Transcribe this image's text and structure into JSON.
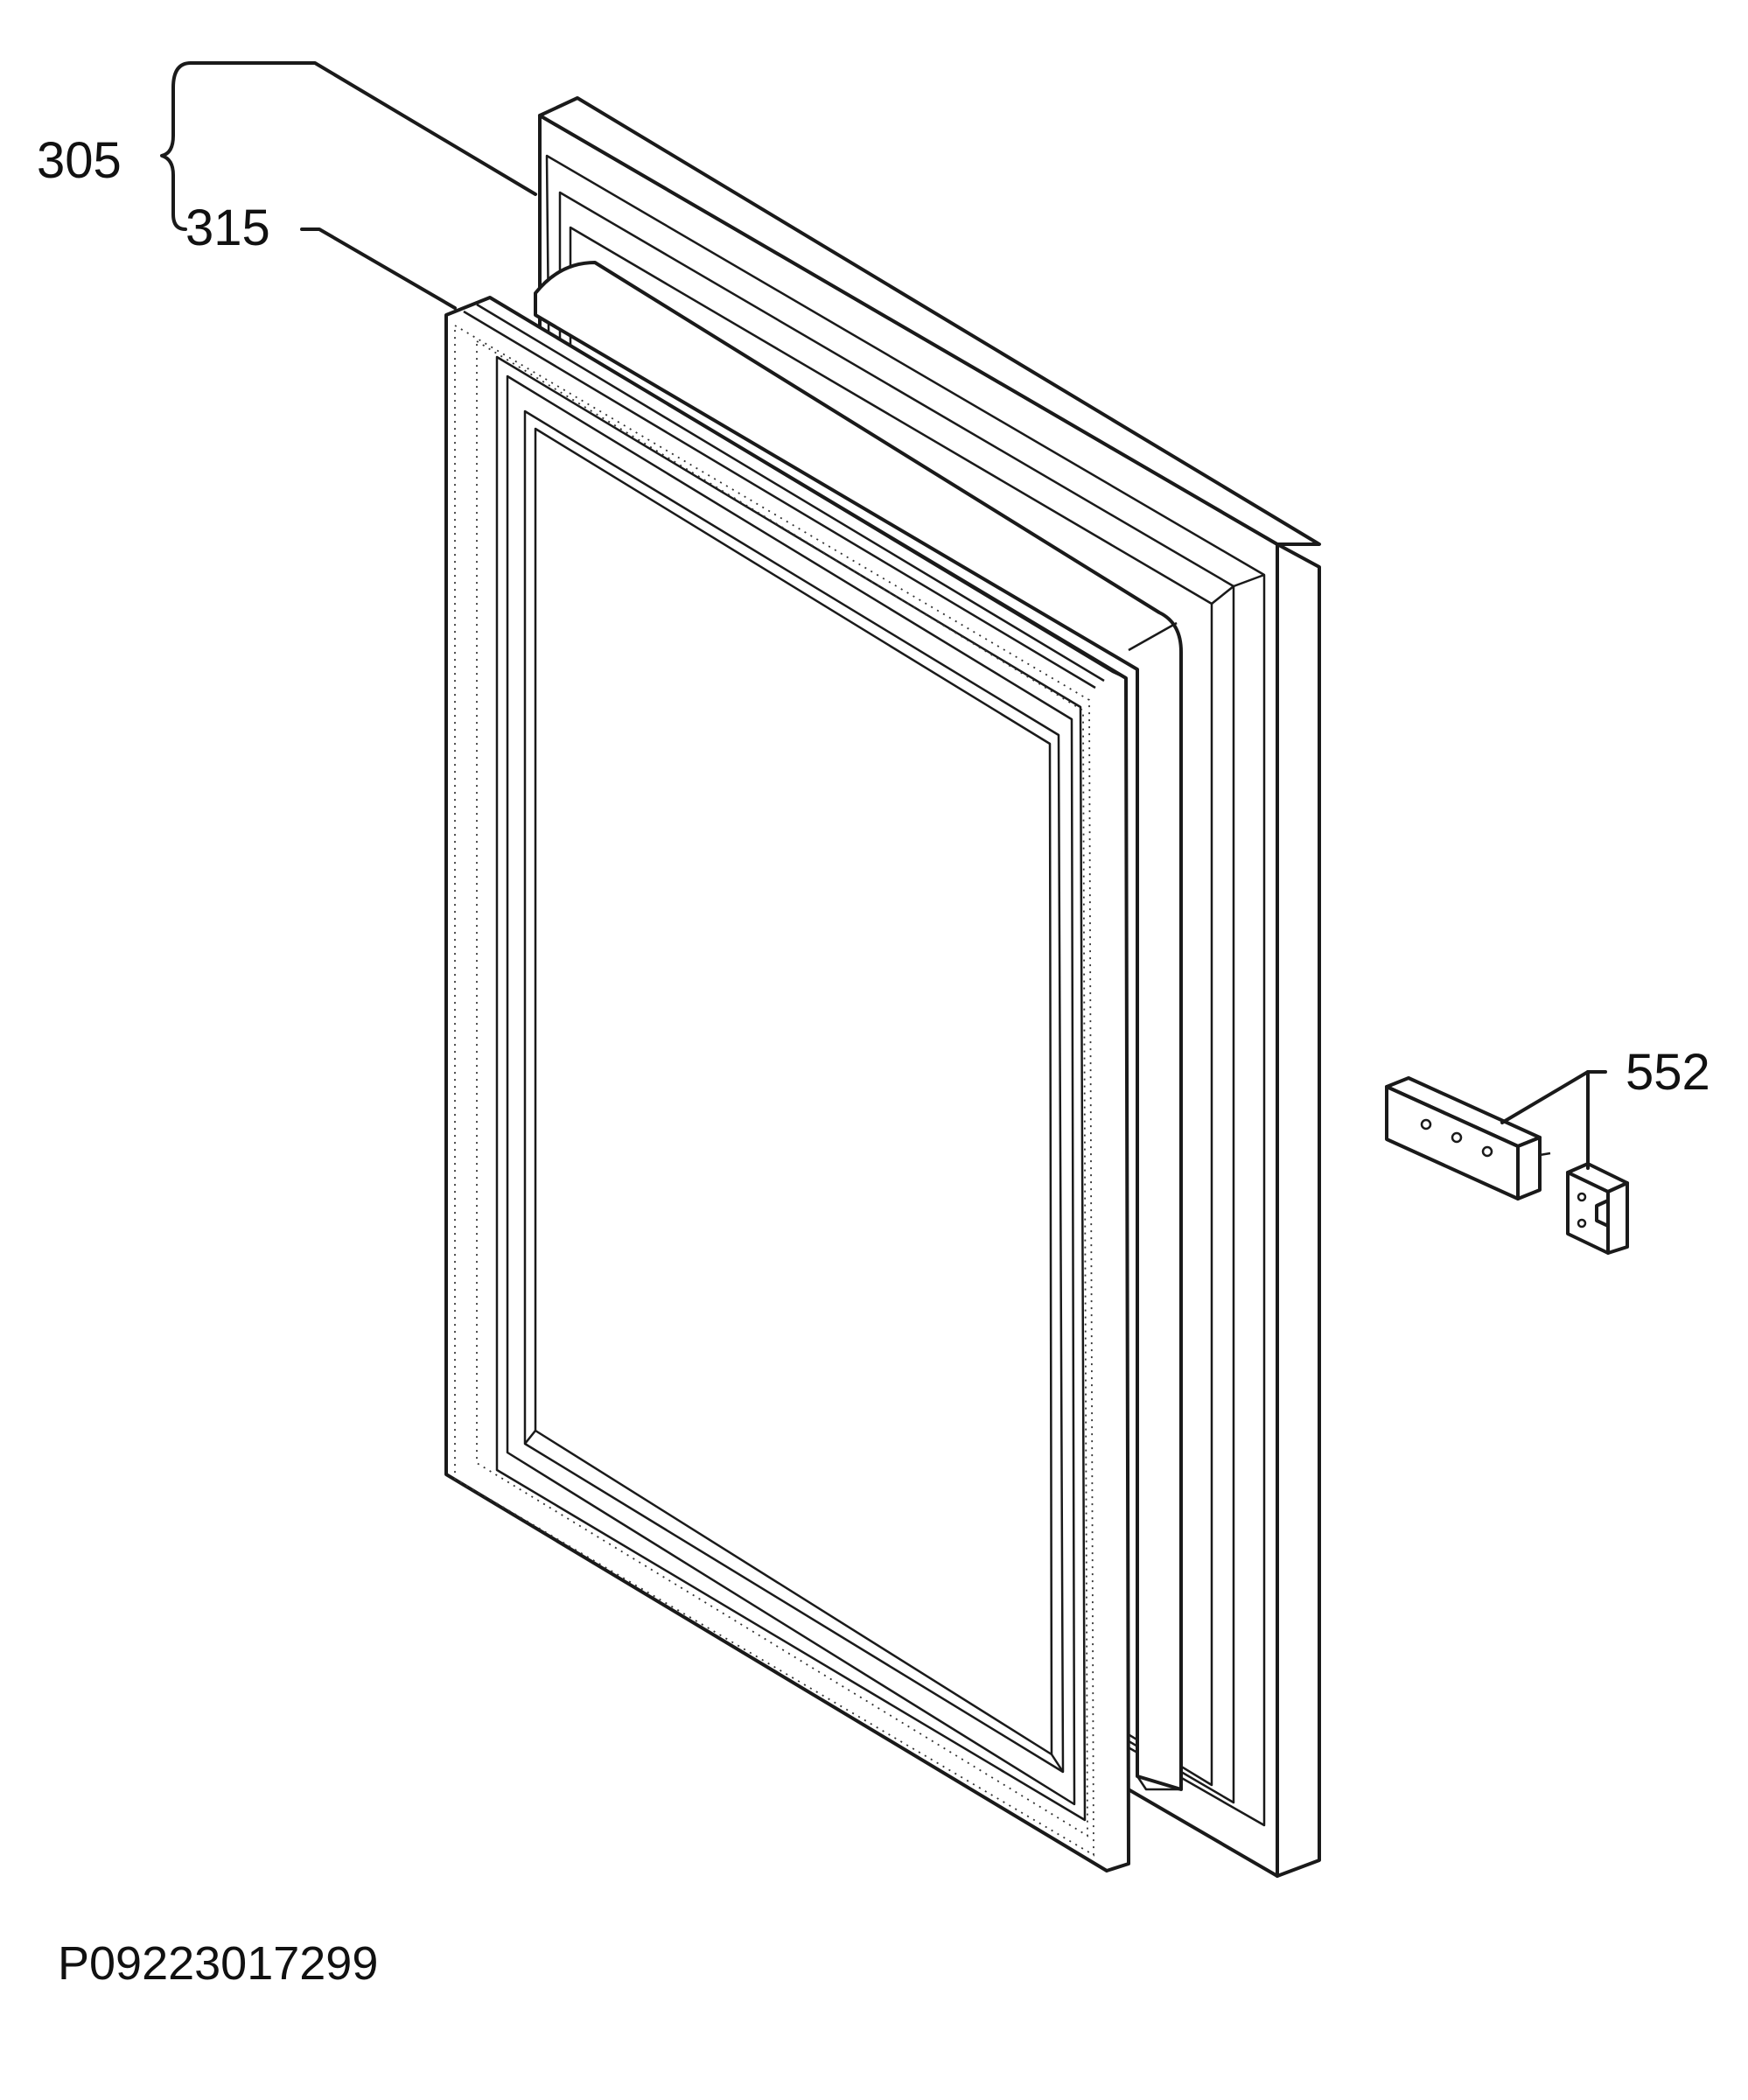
{
  "diagram": {
    "callouts": [
      {
        "id": "305",
        "text": "305"
      },
      {
        "id": "315",
        "text": "315"
      },
      {
        "id": "552",
        "text": "552"
      }
    ],
    "drawing_code": "P09223017299",
    "stroke_color": "#1a1a1a",
    "background_color": "#ffffff"
  }
}
